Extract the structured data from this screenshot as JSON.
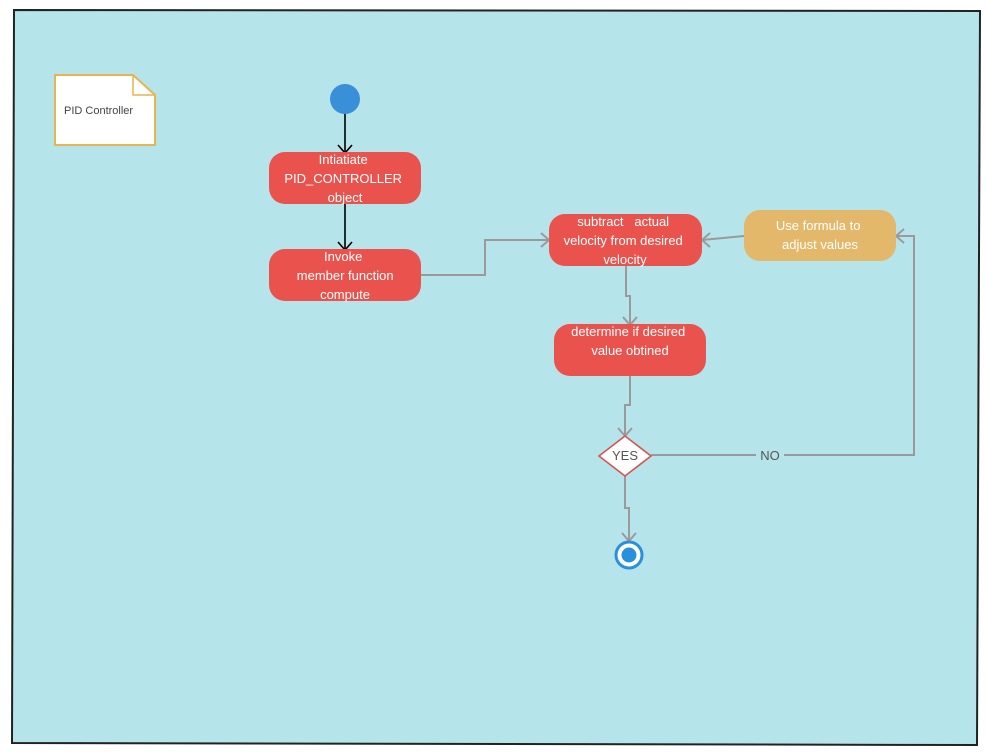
{
  "diagram": {
    "note": {
      "text": "PID Controller"
    },
    "nodes": {
      "initiate": {
        "lines": [
          "Intiatiate",
          "PID_CONTROLLER",
          "object"
        ]
      },
      "invoke": {
        "lines": [
          "Invoke",
          "member function",
          "compute"
        ]
      },
      "subtract": {
        "lines": [
          "subtract   actual",
          "velocity from desired",
          "velocity"
        ]
      },
      "formula": {
        "lines": [
          "Use formula to",
          "adjust values"
        ]
      },
      "determine": {
        "lines": [
          "determine if desired",
          "value obtined"
        ]
      },
      "decision": {
        "label": "YES"
      }
    },
    "edges": {
      "no_label": "NO"
    },
    "colors": {
      "background": "#b5e5eb",
      "frame": "#222222",
      "action": "#ea534d",
      "action_alt": "#e3b86b",
      "start": "#3a8fd9",
      "end": "#2a8fdc",
      "connector_primary": "#000000",
      "connector_secondary": "#9a9a9a",
      "decision_stroke": "#d9534f",
      "note_stroke": "#e8b44f",
      "note_fill": "#ffffff"
    }
  }
}
